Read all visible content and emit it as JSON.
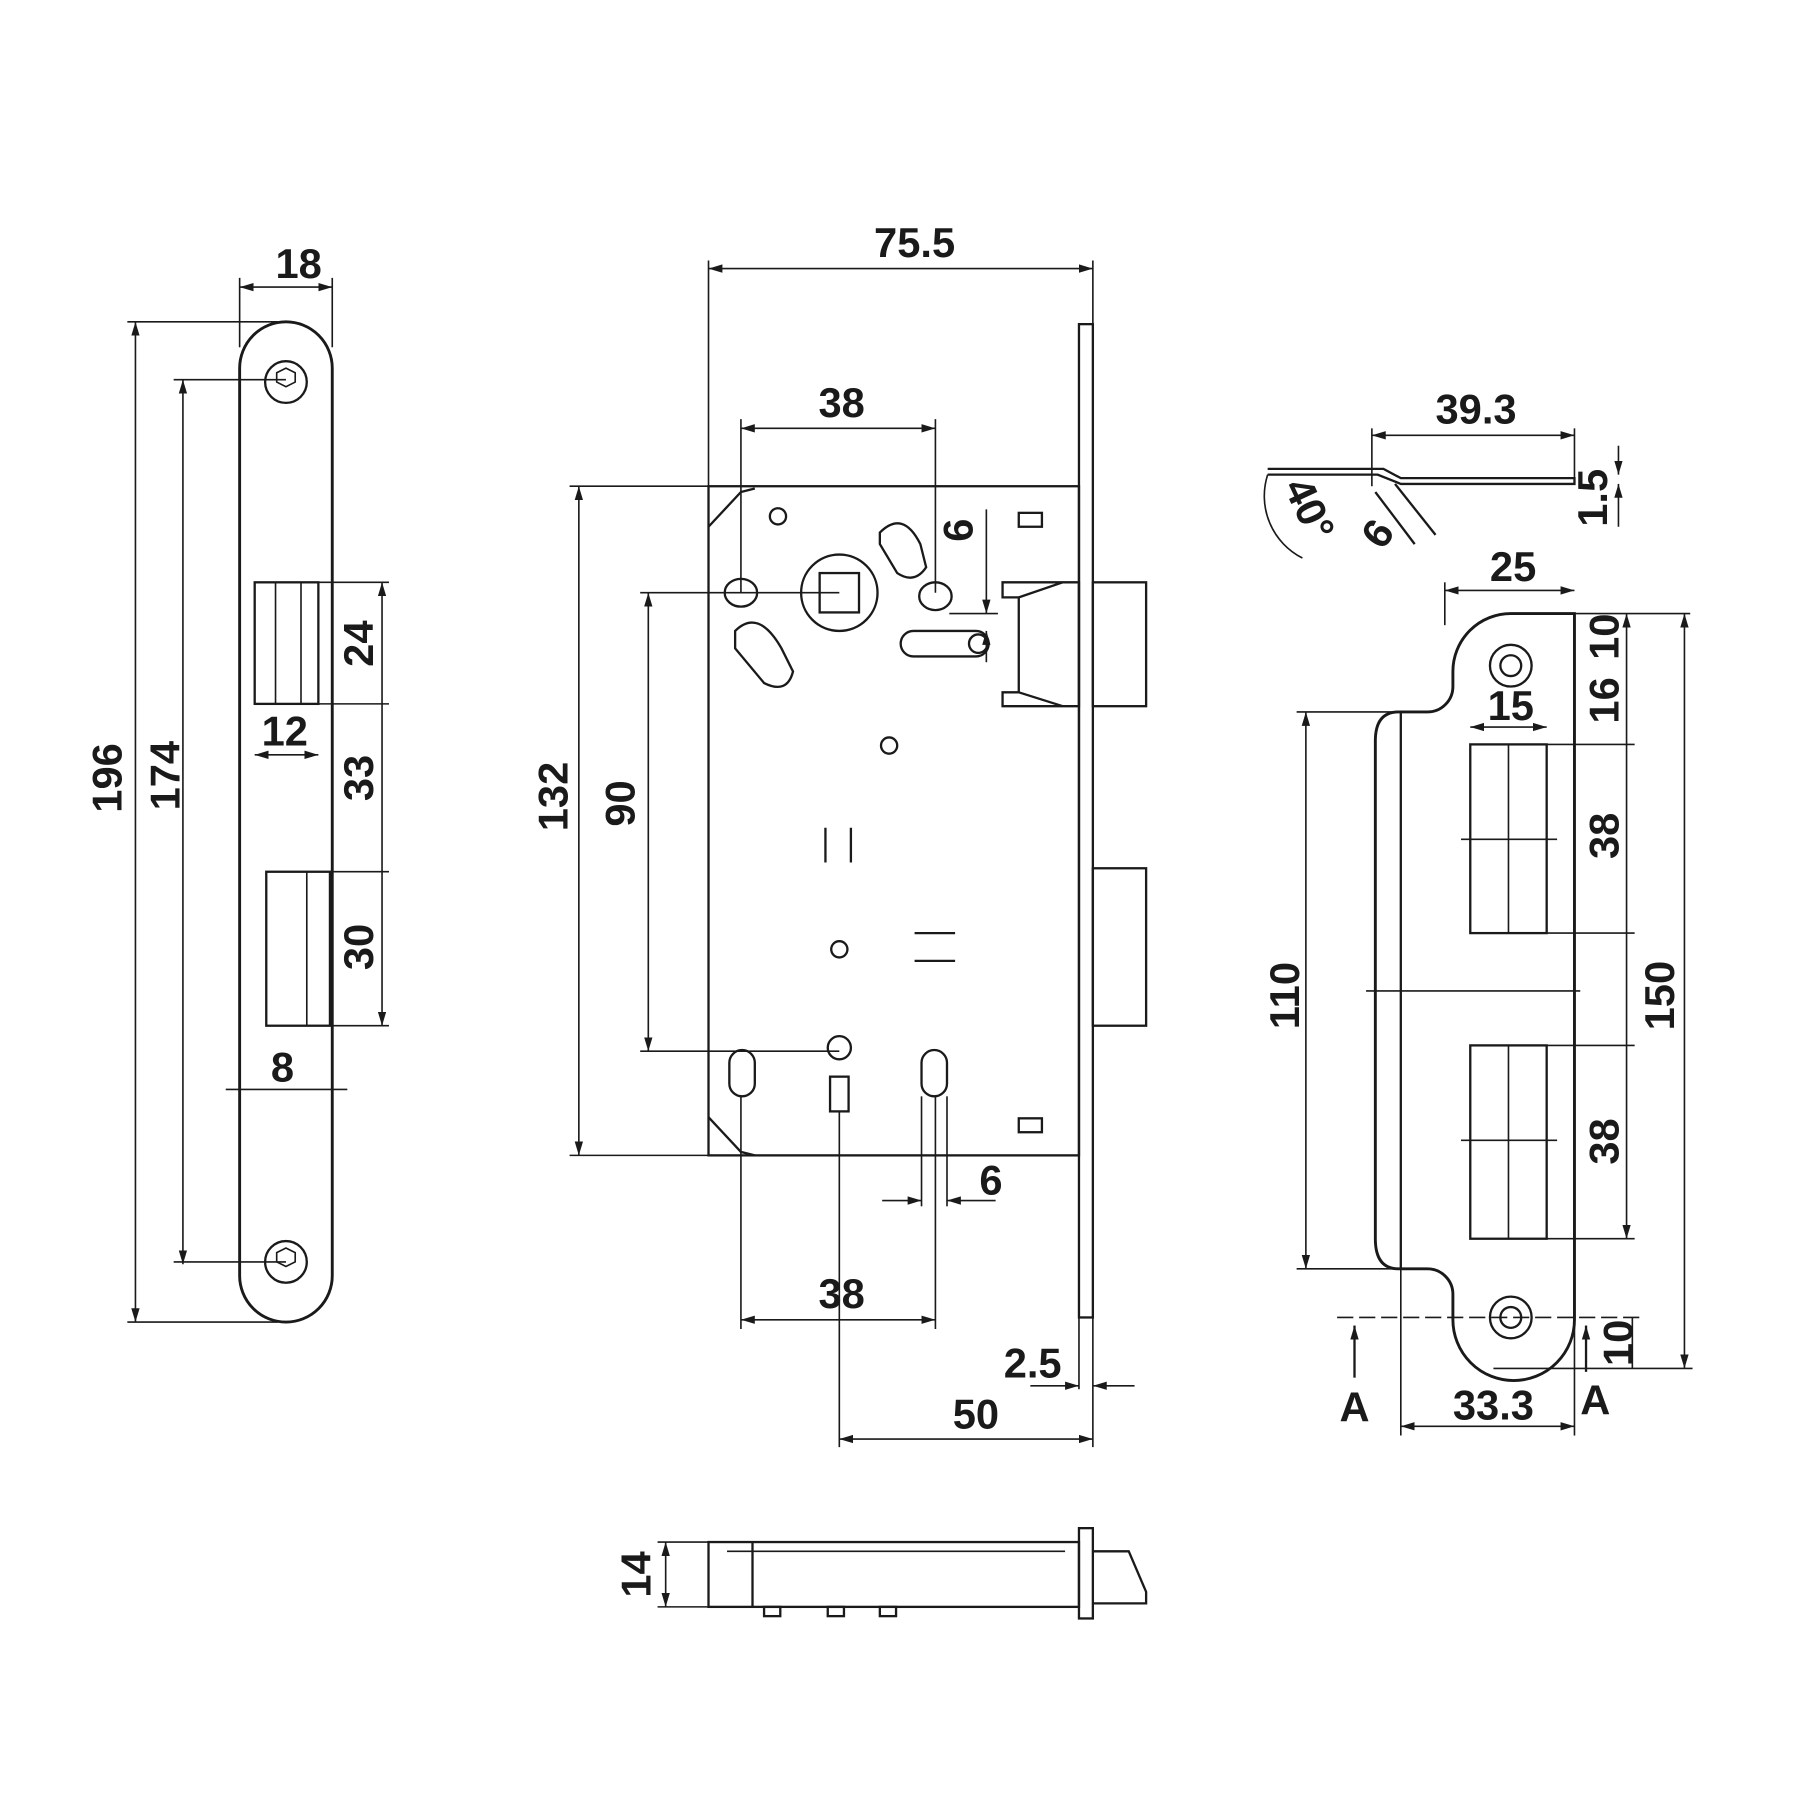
{
  "colors": {
    "line": "#1a1a1a",
    "background": "#ffffff"
  },
  "faceplate": {
    "width": "18",
    "total_height": "196",
    "screw_spacing": "174",
    "latch_height": "24",
    "latch_width": "12",
    "gap": "33",
    "bolt_height": "30",
    "bolt_width": "8"
  },
  "lock_body": {
    "overall_depth": "75.5",
    "top_38": "38",
    "spindle_6": "6",
    "body_height": "132",
    "center_distance": "90",
    "bottom_38": "38",
    "bottom_6": "6",
    "faceplate_thickness": "2.5",
    "backset": "50"
  },
  "bottom_view": {
    "thickness": "14"
  },
  "strike_section": {
    "width": "39.3",
    "angle": "40°",
    "lip": "6",
    "thickness": "1.5"
  },
  "strike_plate": {
    "top_width": "25",
    "top_10": "10",
    "dim_16": "16",
    "opening_width": "15",
    "opening_1": "38",
    "opening_2": "38",
    "inner_height": "110",
    "total_height": "150",
    "bottom_10": "10",
    "width": "33.3",
    "section_left": "A",
    "section_right": "A"
  }
}
